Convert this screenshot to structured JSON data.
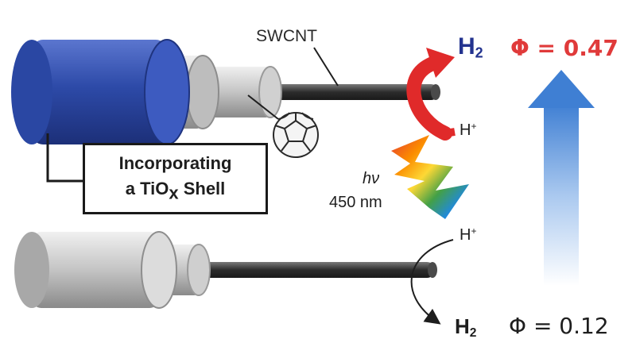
{
  "labels": {
    "swcnt": "SWCNT",
    "h2_top_main": "H",
    "h2_top_sub": "2",
    "phi_top": "Φ = 0.47",
    "h_plus_top_main": "H",
    "h_plus_top_sup": "+",
    "hv": "hν",
    "wavelength": "450 nm",
    "h_plus_bottom_main": "H",
    "h_plus_bottom_sup": "+",
    "h2_bottom_main": "H",
    "h2_bottom_sub": "2",
    "phi_bottom": "Φ = 0.12",
    "shell_line1": "Incorporating",
    "shell_line2_pre": "a TiO",
    "shell_line2_sub": "x",
    "shell_line2_post": " Shell"
  },
  "colors": {
    "blue_shell": "#2f4fae",
    "red_arrow": "#e02a2a",
    "h2_blue": "#23338f",
    "phi_red": "#e03a3a",
    "gradient_arrow": "#5a8fd6"
  },
  "icons": {
    "fullerene": "fullerene-icon",
    "light_bolt": "rainbow-light-icon"
  }
}
